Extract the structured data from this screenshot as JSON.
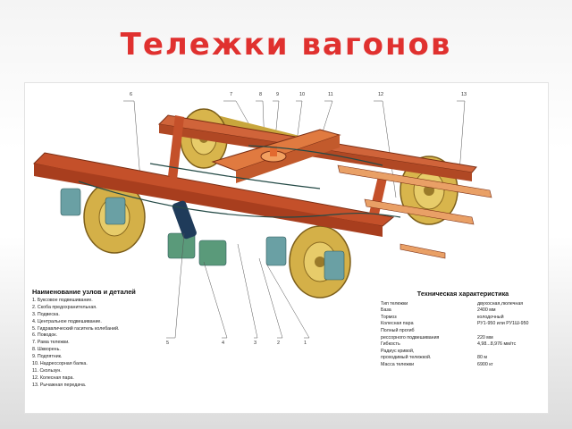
{
  "title": "Тележки вагонов",
  "callouts_top": [
    "6",
    "7",
    "8",
    "9",
    "10",
    "11",
    "12",
    "13"
  ],
  "callouts_bottom": [
    "5",
    "4",
    "3",
    "2",
    "1"
  ],
  "parts": {
    "heading": "Наименование узлов и деталей",
    "items": [
      "1. Буксовое подвешивание.",
      "2. Скоба предохранительная.",
      "3. Подвеска.",
      "4. Центральное подвешивание.",
      "5. Гидравлический гаситель колебаний.",
      "6. Поводок.",
      "7. Рама тележки.",
      "8. Шкворень.",
      "9. Подпятник.",
      "10. Надрессорная балка.",
      "11. Скользун.",
      "12. Колесная пара.",
      "13. Рычажная передача."
    ]
  },
  "tech": {
    "heading": "Техническая характеристика",
    "rows": [
      {
        "k": "Тип тележки",
        "v": "двухосная,люлечная"
      },
      {
        "k": "База",
        "v": "2400 мм"
      },
      {
        "k": "Тормоз",
        "v": "колодочный"
      },
      {
        "k": "Колесная пара",
        "v": "РУ1-950 или РУ1Ш-950"
      },
      {
        "k": "Полный прогиб",
        "v": ""
      },
      {
        "k": "рессорного подвешивания",
        "v": "220 мм"
      },
      {
        "k": "Гибкость",
        "v": "4,98...8,976 мм/тс"
      },
      {
        "k": "Радиус кривой,",
        "v": ""
      },
      {
        "k": "проходимый тележкой.",
        "v": "80 м"
      },
      {
        "k": "Масса тележки",
        "v": "6900 кг"
      }
    ]
  }
}
